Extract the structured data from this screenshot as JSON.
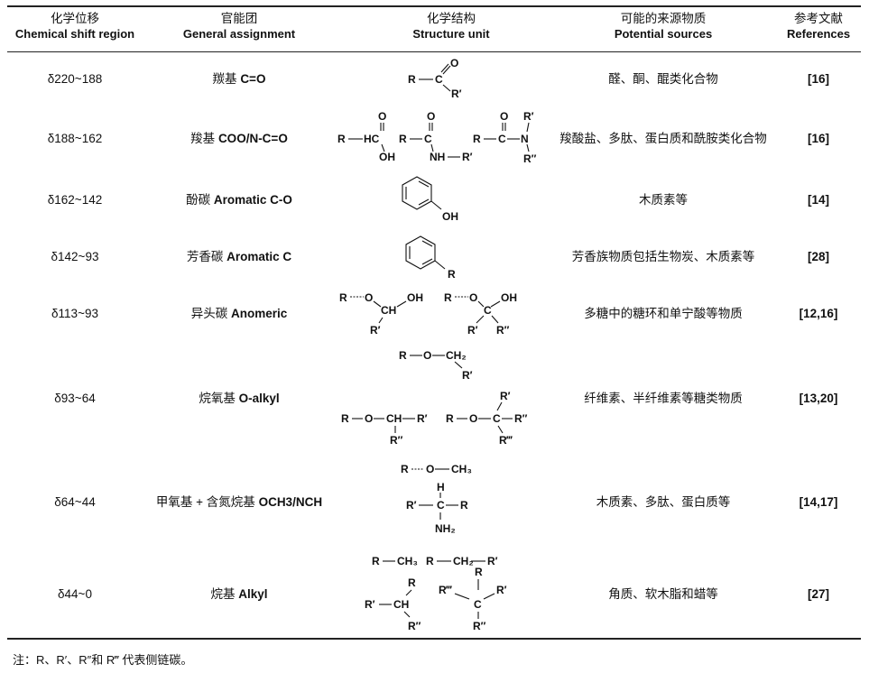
{
  "headers": [
    {
      "zh": "化学位移",
      "en": "Chemical shift region"
    },
    {
      "zh": "官能团",
      "en": "General assignment"
    },
    {
      "zh": "化学结构",
      "en": "Structure unit"
    },
    {
      "zh": "可能的来源物质",
      "en": "Potential sources"
    },
    {
      "zh": "参考文献",
      "en": "References"
    }
  ],
  "rows": [
    {
      "shift": "δ220~188",
      "group_zh": "羰基",
      "group_en": "C=O",
      "source": "醛、酮、醌类化合物",
      "ref": "[16]"
    },
    {
      "shift": "δ188~162",
      "group_zh": "羧基",
      "group_en": "COO/N-C=O",
      "source": "羧酸盐、多肽、蛋白质和酰胺类化合物",
      "ref": "[16]"
    },
    {
      "shift": "δ162~142",
      "group_zh": "酚碳",
      "group_en": "Aromatic C-O",
      "source": "木质素等",
      "ref": "[14]"
    },
    {
      "shift": "δ142~93",
      "group_zh": "芳香碳",
      "group_en": "Aromatic C",
      "source": "芳香族物质包括生物炭、木质素等",
      "ref": "[28]"
    },
    {
      "shift": "δ113~93",
      "group_zh": "异头碳",
      "group_en": "Anomeric",
      "source": "多糖中的糖环和单宁酸等物质",
      "ref": "[12,16]"
    },
    {
      "shift": "δ93~64",
      "group_zh": "烷氧基",
      "group_en": "O-alkyl",
      "source": "纤维素、半纤维素等糖类物质",
      "ref": "[13,20]"
    },
    {
      "shift": "δ64~44",
      "group_zh": "甲氧基 + 含氮烷基",
      "group_en": "OCH3/NCH",
      "source": "木质素、多肽、蛋白质等",
      "ref": "[14,17]"
    },
    {
      "shift": "δ44~0",
      "group_zh": "烷基",
      "group_en": "Alkyl",
      "source": "角质、软木脂和蜡等",
      "ref": "[27]"
    }
  ],
  "atoms": {
    "R": "R",
    "R1": "R′",
    "R2": "R″",
    "R3": "R‴",
    "C": "C",
    "O": "O",
    "N": "N",
    "H": "H",
    "HC": "HC",
    "OH": "OH",
    "NH": "NH",
    "CH": "CH",
    "CH2": "CH₂",
    "CH3": "CH₃",
    "NH2": "NH₂"
  },
  "note": "注：R、R′、R″和 R‴ 代表侧链碳。"
}
